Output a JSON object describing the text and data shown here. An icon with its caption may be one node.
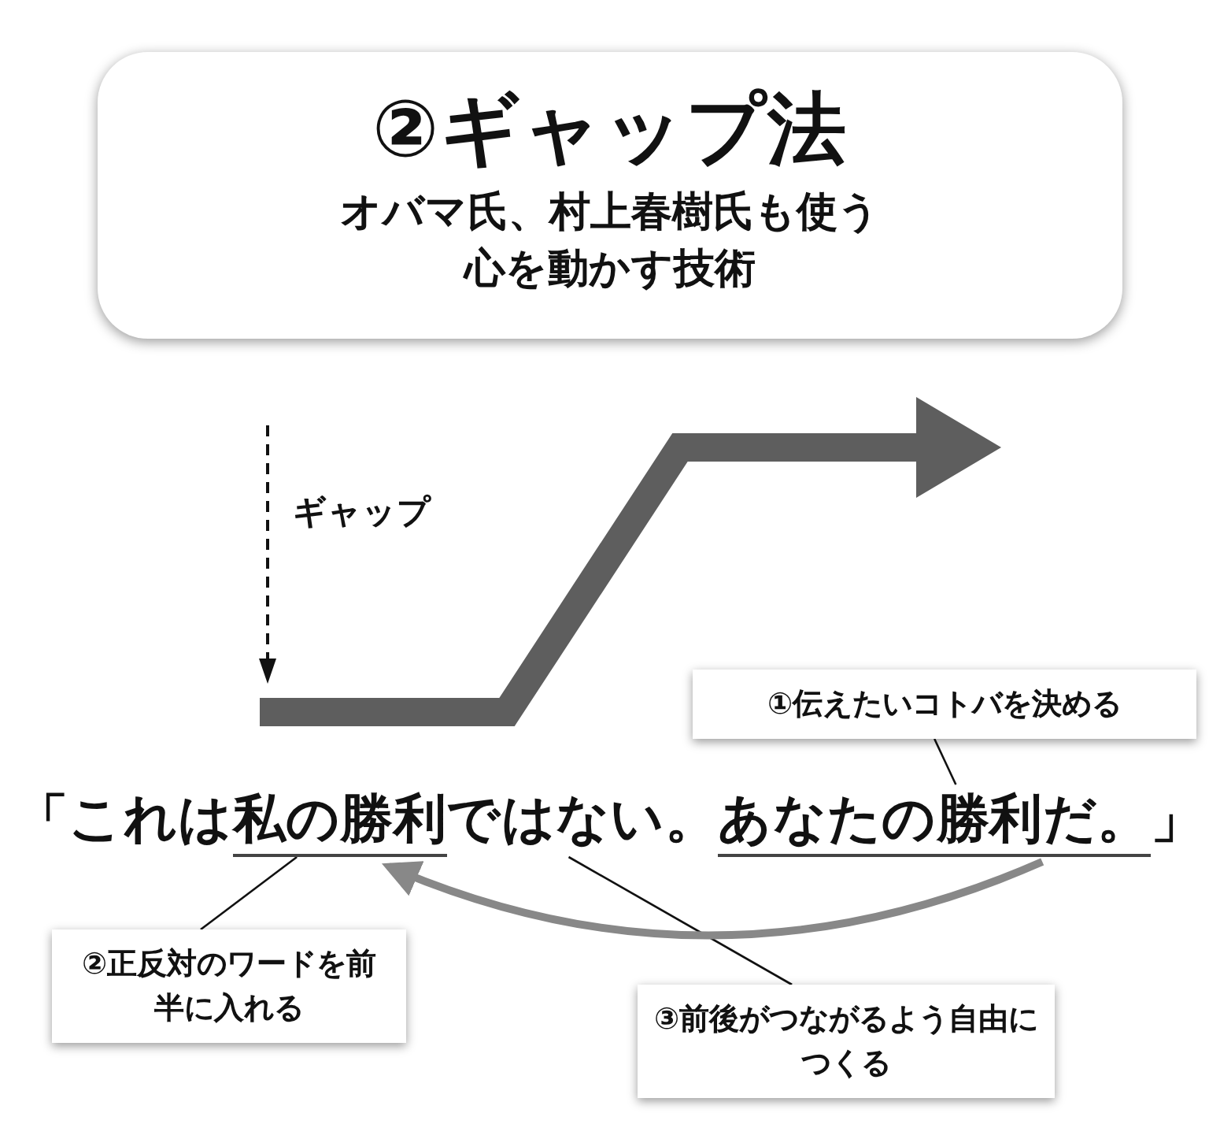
{
  "diagram": {
    "nodes": [
      {
        "text": [
          "②ギャップ法",
          "オバマ氏、村上春樹氏も使う心を動かす技術"
        ]
      },
      {
        "text": [
          "①伝えたいコトバを決める"
        ]
      },
      {
        "text": [
          "私の勝利"
        ]
      },
      {
        "text": [
          "ではない。"
        ]
      },
      {
        "text": [
          "あなたの勝利だ。"
        ]
      },
      {
        "text": [
          "②正反対のワードを前半に入れる"
        ]
      },
      {
        "text": [
          "③前後がつながるよう自由につくる"
        ]
      }
    ],
    "edges": [
      {
        "from": 1,
        "to": 4,
        "arrow": "none"
      },
      {
        "from": 5,
        "to": 2,
        "arrow": "none"
      },
      {
        "from": 6,
        "to": 3,
        "arrow": "none"
      },
      {
        "from": 4,
        "to": 2,
        "arrow": "to",
        "style": "thick",
        "color": "#888888"
      }
    ],
    "labels": [
      "ギャップ",
      "「これは",
      "」"
    ]
  }
}
